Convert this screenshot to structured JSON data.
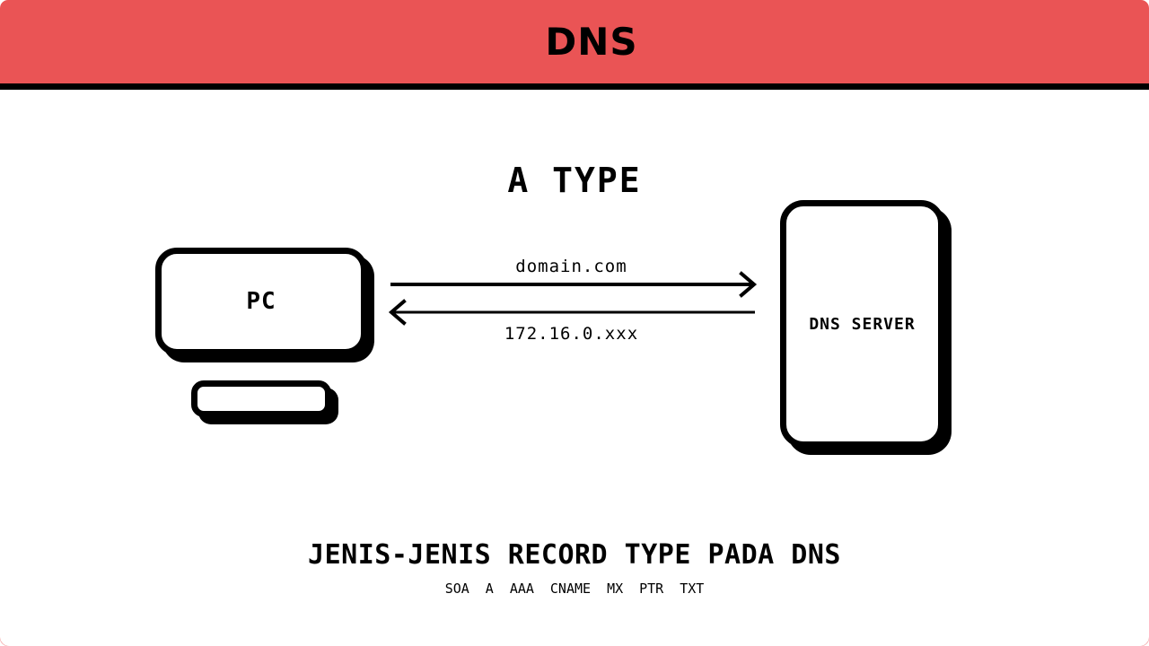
{
  "header": {
    "title": "DNS"
  },
  "diagram": {
    "section_title": "A TYPE",
    "pc": {
      "label": "PC"
    },
    "dns_server": {
      "label": "DNS SERVER"
    },
    "request": {
      "label": "domain.com",
      "direction": "right"
    },
    "response": {
      "label": "172.16.0.xxx",
      "direction": "left"
    }
  },
  "footer": {
    "heading": "JENIS-JENIS RECORD TYPE PADA DNS",
    "record_types": [
      "SOA",
      "A",
      "AAA",
      "CNAME",
      "MX",
      "PTR",
      "TXT"
    ]
  },
  "colors": {
    "accent_red": "#EA5455",
    "ink": "#000000",
    "background": "#FFFFFF"
  }
}
